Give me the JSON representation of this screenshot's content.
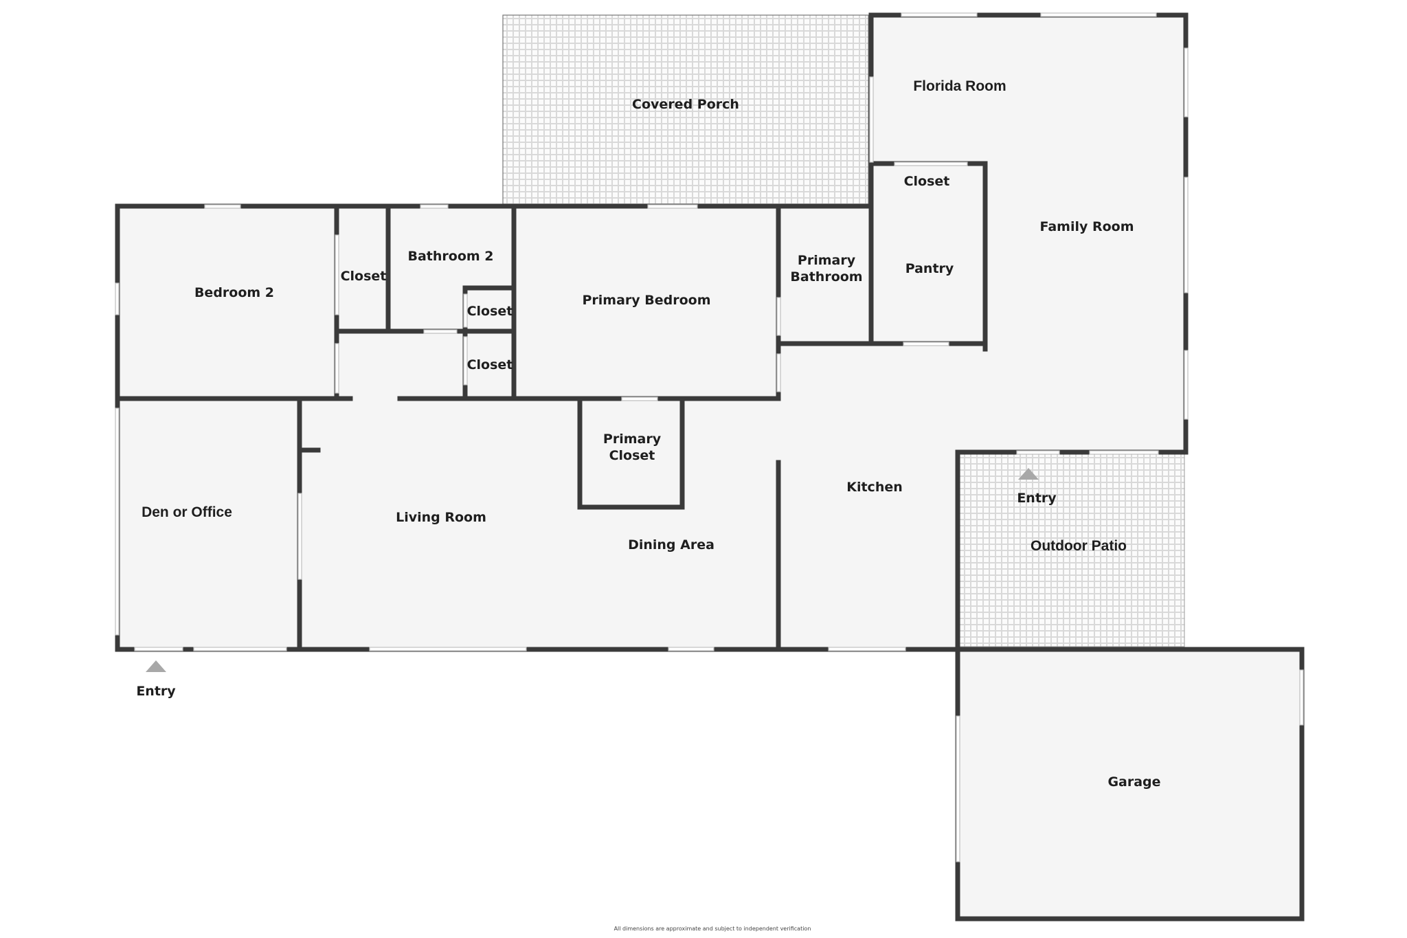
{
  "rooms": {
    "covered_porch": "Covered Porch",
    "florida_room": "Florida Room",
    "closet_florida": "Closet",
    "family_room": "Family Room",
    "bedroom_2": "Bedroom 2",
    "closet_bedroom": "Closet",
    "bathroom_2": "Bathroom 2",
    "closet_hall_upper": "Closet",
    "closet_hall_lower": "Closet",
    "primary_bedroom": "Primary Bedroom",
    "primary_bathroom_line1": "Primary",
    "primary_bathroom_line2": "Bathroom",
    "pantry": "Pantry",
    "primary_closet_line1": "Primary",
    "primary_closet_line2": "Closet",
    "den_office": "Den or Office",
    "living_room": "Living Room",
    "dining_area": "Dining Area",
    "kitchen": "Kitchen",
    "entry_patio": "Entry",
    "outdoor_patio": "Outdoor Patio",
    "entry_front": "Entry",
    "garage": "Garage"
  },
  "footnote": "All dimensions are approximate and subject to independent verification",
  "colors": {
    "wall": "#3a3a3a",
    "floor": "#f5f5f5",
    "tile": "#d9d9d9",
    "entry_marker": "#a8a8a8"
  }
}
